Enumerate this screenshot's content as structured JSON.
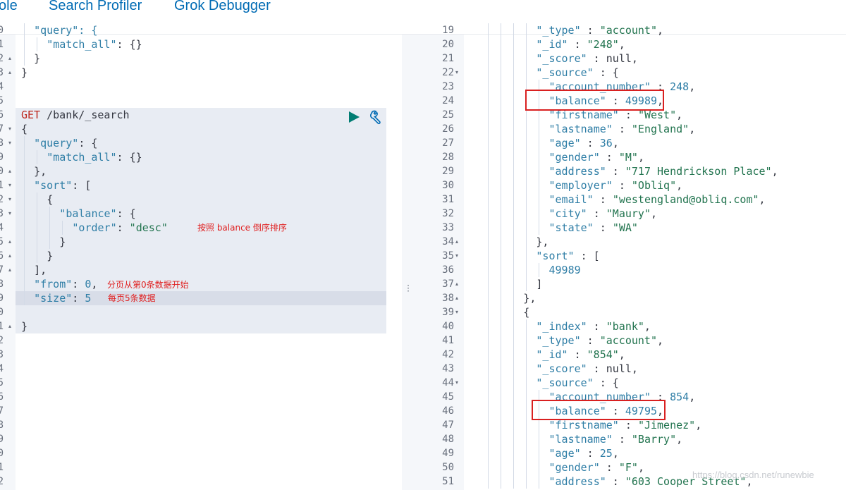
{
  "tabs": [
    {
      "label": "ole"
    },
    {
      "label": "Search Profiler"
    },
    {
      "label": "Grok Debugger"
    }
  ],
  "left_editor": {
    "lines": [
      {
        "n": "0",
        "fold": "",
        "segs": [
          {
            "t": "\"query\": {",
            "c": "k"
          }
        ],
        "indent": 2
      },
      {
        "n": "1",
        "fold": "",
        "segs": [
          {
            "t": "\"match_all\"",
            "c": "k"
          },
          {
            "t": ": {}",
            "c": "p"
          }
        ],
        "indent": 4
      },
      {
        "n": "2",
        "fold": "▴",
        "segs": [
          {
            "t": "}",
            "c": "p"
          }
        ],
        "indent": 2
      },
      {
        "n": "3",
        "fold": "▴",
        "segs": [
          {
            "t": "}",
            "c": "p"
          }
        ],
        "indent": 0
      },
      {
        "n": "4",
        "fold": "",
        "segs": [],
        "indent": 0
      },
      {
        "n": "5",
        "fold": "",
        "segs": [],
        "indent": 0
      },
      {
        "n": "6",
        "fold": "",
        "segs": [
          {
            "t": "GET",
            "c": "m"
          },
          {
            "t": " /bank/_search",
            "c": "u"
          }
        ],
        "indent": 0
      },
      {
        "n": "7",
        "fold": "▾",
        "segs": [
          {
            "t": "{",
            "c": "p"
          }
        ],
        "indent": 0
      },
      {
        "n": "8",
        "fold": "▾",
        "segs": [
          {
            "t": "\"query\"",
            "c": "k"
          },
          {
            "t": ": {",
            "c": "p"
          }
        ],
        "indent": 2
      },
      {
        "n": "9",
        "fold": "",
        "segs": [
          {
            "t": "\"match_all\"",
            "c": "k"
          },
          {
            "t": ": {}",
            "c": "p"
          }
        ],
        "indent": 4
      },
      {
        "n": "0",
        "fold": "▴",
        "segs": [
          {
            "t": "},",
            "c": "p"
          }
        ],
        "indent": 2
      },
      {
        "n": "1",
        "fold": "▾",
        "segs": [
          {
            "t": "\"sort\"",
            "c": "k"
          },
          {
            "t": ": [",
            "c": "p"
          }
        ],
        "indent": 2
      },
      {
        "n": "2",
        "fold": "▾",
        "segs": [
          {
            "t": "{",
            "c": "p"
          }
        ],
        "indent": 4
      },
      {
        "n": "3",
        "fold": "▾",
        "segs": [
          {
            "t": "\"balance\"",
            "c": "k"
          },
          {
            "t": ": {",
            "c": "p"
          }
        ],
        "indent": 6
      },
      {
        "n": "4",
        "fold": "",
        "segs": [
          {
            "t": "\"order\"",
            "c": "k"
          },
          {
            "t": ": ",
            "c": "p"
          },
          {
            "t": "\"desc\"",
            "c": "s"
          }
        ],
        "indent": 8
      },
      {
        "n": "5",
        "fold": "▴",
        "segs": [
          {
            "t": "}",
            "c": "p"
          }
        ],
        "indent": 6
      },
      {
        "n": "6",
        "fold": "▴",
        "segs": [
          {
            "t": "}",
            "c": "p"
          }
        ],
        "indent": 4
      },
      {
        "n": "7",
        "fold": "▴",
        "segs": [
          {
            "t": "],",
            "c": "p"
          }
        ],
        "indent": 2
      },
      {
        "n": "8",
        "fold": "",
        "segs": [
          {
            "t": "\"from\"",
            "c": "k"
          },
          {
            "t": ": ",
            "c": "p"
          },
          {
            "t": "0",
            "c": "n"
          },
          {
            "t": ",",
            "c": "p"
          }
        ],
        "indent": 2
      },
      {
        "n": "9",
        "fold": "",
        "segs": [
          {
            "t": "\"size\"",
            "c": "k"
          },
          {
            "t": ": ",
            "c": "p"
          },
          {
            "t": "5",
            "c": "n"
          }
        ],
        "indent": 2
      },
      {
        "n": "0",
        "fold": "",
        "segs": [],
        "indent": 0
      },
      {
        "n": "1",
        "fold": "▴",
        "segs": [
          {
            "t": "}",
            "c": "p"
          }
        ],
        "indent": 0
      },
      {
        "n": "2",
        "fold": "",
        "segs": [],
        "indent": 0
      },
      {
        "n": "3",
        "fold": "",
        "segs": [],
        "indent": 0
      },
      {
        "n": "4",
        "fold": "",
        "segs": [],
        "indent": 0
      },
      {
        "n": "5",
        "fold": "",
        "segs": [],
        "indent": 0
      },
      {
        "n": "6",
        "fold": "",
        "segs": [],
        "indent": 0
      },
      {
        "n": "7",
        "fold": "",
        "segs": [],
        "indent": 0
      },
      {
        "n": "8",
        "fold": "",
        "segs": [],
        "indent": 0
      },
      {
        "n": "9",
        "fold": "",
        "segs": [],
        "indent": 0
      },
      {
        "n": "0",
        "fold": "",
        "segs": [],
        "indent": 0
      },
      {
        "n": "1",
        "fold": "",
        "segs": [],
        "indent": 0
      },
      {
        "n": "2",
        "fold": "",
        "segs": [],
        "indent": 0
      }
    ],
    "annotations": {
      "sort_note": "按照 balance 倒序排序",
      "from_note": "分页从第0条数据开始",
      "size_note": "每页5条数据"
    }
  },
  "right_editor": {
    "lines": [
      {
        "n": "19",
        "fold": "",
        "segs": [
          {
            "t": "\"_type\"",
            "c": "k"
          },
          {
            "t": " : ",
            "c": "p"
          },
          {
            "t": "\"account\"",
            "c": "s"
          },
          {
            "t": ",",
            "c": "p"
          }
        ],
        "indent": 8
      },
      {
        "n": "20",
        "fold": "",
        "segs": [
          {
            "t": "\"_id\"",
            "c": "k"
          },
          {
            "t": " : ",
            "c": "p"
          },
          {
            "t": "\"248\"",
            "c": "s"
          },
          {
            "t": ",",
            "c": "p"
          }
        ],
        "indent": 8
      },
      {
        "n": "21",
        "fold": "",
        "segs": [
          {
            "t": "\"_score\"",
            "c": "k"
          },
          {
            "t": " : null,",
            "c": "p"
          }
        ],
        "indent": 8
      },
      {
        "n": "22",
        "fold": "▾",
        "segs": [
          {
            "t": "\"_source\"",
            "c": "k"
          },
          {
            "t": " : {",
            "c": "p"
          }
        ],
        "indent": 8
      },
      {
        "n": "23",
        "fold": "",
        "segs": [
          {
            "t": "\"account_number\"",
            "c": "k"
          },
          {
            "t": " : ",
            "c": "p"
          },
          {
            "t": "248",
            "c": "n"
          },
          {
            "t": ",",
            "c": "p"
          }
        ],
        "indent": 10
      },
      {
        "n": "24",
        "fold": "",
        "segs": [
          {
            "t": "\"balance\"",
            "c": "k"
          },
          {
            "t": " : ",
            "c": "p"
          },
          {
            "t": "49989",
            "c": "n"
          },
          {
            "t": ",",
            "c": "p"
          }
        ],
        "indent": 10
      },
      {
        "n": "25",
        "fold": "",
        "segs": [
          {
            "t": "\"firstname\"",
            "c": "k"
          },
          {
            "t": " : ",
            "c": "p"
          },
          {
            "t": "\"West\"",
            "c": "s"
          },
          {
            "t": ",",
            "c": "p"
          }
        ],
        "indent": 10
      },
      {
        "n": "26",
        "fold": "",
        "segs": [
          {
            "t": "\"lastname\"",
            "c": "k"
          },
          {
            "t": " : ",
            "c": "p"
          },
          {
            "t": "\"England\"",
            "c": "s"
          },
          {
            "t": ",",
            "c": "p"
          }
        ],
        "indent": 10
      },
      {
        "n": "27",
        "fold": "",
        "segs": [
          {
            "t": "\"age\"",
            "c": "k"
          },
          {
            "t": " : ",
            "c": "p"
          },
          {
            "t": "36",
            "c": "n"
          },
          {
            "t": ",",
            "c": "p"
          }
        ],
        "indent": 10
      },
      {
        "n": "28",
        "fold": "",
        "segs": [
          {
            "t": "\"gender\"",
            "c": "k"
          },
          {
            "t": " : ",
            "c": "p"
          },
          {
            "t": "\"M\"",
            "c": "s"
          },
          {
            "t": ",",
            "c": "p"
          }
        ],
        "indent": 10
      },
      {
        "n": "29",
        "fold": "",
        "segs": [
          {
            "t": "\"address\"",
            "c": "k"
          },
          {
            "t": " : ",
            "c": "p"
          },
          {
            "t": "\"717 Hendrickson Place\"",
            "c": "s"
          },
          {
            "t": ",",
            "c": "p"
          }
        ],
        "indent": 10
      },
      {
        "n": "30",
        "fold": "",
        "segs": [
          {
            "t": "\"employer\"",
            "c": "k"
          },
          {
            "t": " : ",
            "c": "p"
          },
          {
            "t": "\"Obliq\"",
            "c": "s"
          },
          {
            "t": ",",
            "c": "p"
          }
        ],
        "indent": 10
      },
      {
        "n": "31",
        "fold": "",
        "segs": [
          {
            "t": "\"email\"",
            "c": "k"
          },
          {
            "t": " : ",
            "c": "p"
          },
          {
            "t": "\"westengland@obliq.com\"",
            "c": "s"
          },
          {
            "t": ",",
            "c": "p"
          }
        ],
        "indent": 10
      },
      {
        "n": "32",
        "fold": "",
        "segs": [
          {
            "t": "\"city\"",
            "c": "k"
          },
          {
            "t": " : ",
            "c": "p"
          },
          {
            "t": "\"Maury\"",
            "c": "s"
          },
          {
            "t": ",",
            "c": "p"
          }
        ],
        "indent": 10
      },
      {
        "n": "33",
        "fold": "",
        "segs": [
          {
            "t": "\"state\"",
            "c": "k"
          },
          {
            "t": " : ",
            "c": "p"
          },
          {
            "t": "\"WA\"",
            "c": "s"
          }
        ],
        "indent": 10
      },
      {
        "n": "34",
        "fold": "▴",
        "segs": [
          {
            "t": "},",
            "c": "p"
          }
        ],
        "indent": 8
      },
      {
        "n": "35",
        "fold": "▾",
        "segs": [
          {
            "t": "\"sort\"",
            "c": "k"
          },
          {
            "t": " : [",
            "c": "p"
          }
        ],
        "indent": 8
      },
      {
        "n": "36",
        "fold": "",
        "segs": [
          {
            "t": "49989",
            "c": "n"
          }
        ],
        "indent": 10
      },
      {
        "n": "37",
        "fold": "▴",
        "segs": [
          {
            "t": "]",
            "c": "p"
          }
        ],
        "indent": 8
      },
      {
        "n": "38",
        "fold": "▴",
        "segs": [
          {
            "t": "},",
            "c": "p"
          }
        ],
        "indent": 6
      },
      {
        "n": "39",
        "fold": "▾",
        "segs": [
          {
            "t": "{",
            "c": "p"
          }
        ],
        "indent": 6
      },
      {
        "n": "40",
        "fold": "",
        "segs": [
          {
            "t": "\"_index\"",
            "c": "k"
          },
          {
            "t": " : ",
            "c": "p"
          },
          {
            "t": "\"bank\"",
            "c": "s"
          },
          {
            "t": ",",
            "c": "p"
          }
        ],
        "indent": 8
      },
      {
        "n": "41",
        "fold": "",
        "segs": [
          {
            "t": "\"_type\"",
            "c": "k"
          },
          {
            "t": " : ",
            "c": "p"
          },
          {
            "t": "\"account\"",
            "c": "s"
          },
          {
            "t": ",",
            "c": "p"
          }
        ],
        "indent": 8
      },
      {
        "n": "42",
        "fold": "",
        "segs": [
          {
            "t": "\"_id\"",
            "c": "k"
          },
          {
            "t": " : ",
            "c": "p"
          },
          {
            "t": "\"854\"",
            "c": "s"
          },
          {
            "t": ",",
            "c": "p"
          }
        ],
        "indent": 8
      },
      {
        "n": "43",
        "fold": "",
        "segs": [
          {
            "t": "\"_score\"",
            "c": "k"
          },
          {
            "t": " : null,",
            "c": "p"
          }
        ],
        "indent": 8
      },
      {
        "n": "44",
        "fold": "▾",
        "segs": [
          {
            "t": "\"_source\"",
            "c": "k"
          },
          {
            "t": " : {",
            "c": "p"
          }
        ],
        "indent": 8
      },
      {
        "n": "45",
        "fold": "",
        "segs": [
          {
            "t": "\"account_number\"",
            "c": "k"
          },
          {
            "t": " : ",
            "c": "p"
          },
          {
            "t": "854",
            "c": "n"
          },
          {
            "t": ",",
            "c": "p"
          }
        ],
        "indent": 10
      },
      {
        "n": "46",
        "fold": "",
        "segs": [
          {
            "t": "\"balance\"",
            "c": "k"
          },
          {
            "t": " : ",
            "c": "p"
          },
          {
            "t": "49795",
            "c": "n"
          },
          {
            "t": ",",
            "c": "p"
          }
        ],
        "indent": 10
      },
      {
        "n": "47",
        "fold": "",
        "segs": [
          {
            "t": "\"firstname\"",
            "c": "k"
          },
          {
            "t": " : ",
            "c": "p"
          },
          {
            "t": "\"Jimenez\"",
            "c": "s"
          },
          {
            "t": ",",
            "c": "p"
          }
        ],
        "indent": 10
      },
      {
        "n": "48",
        "fold": "",
        "segs": [
          {
            "t": "\"lastname\"",
            "c": "k"
          },
          {
            "t": " : ",
            "c": "p"
          },
          {
            "t": "\"Barry\"",
            "c": "s"
          },
          {
            "t": ",",
            "c": "p"
          }
        ],
        "indent": 10
      },
      {
        "n": "49",
        "fold": "",
        "segs": [
          {
            "t": "\"age\"",
            "c": "k"
          },
          {
            "t": " : ",
            "c": "p"
          },
          {
            "t": "25",
            "c": "n"
          },
          {
            "t": ",",
            "c": "p"
          }
        ],
        "indent": 10
      },
      {
        "n": "50",
        "fold": "",
        "segs": [
          {
            "t": "\"gender\"",
            "c": "k"
          },
          {
            "t": " : ",
            "c": "p"
          },
          {
            "t": "\"F\"",
            "c": "s"
          },
          {
            "t": ",",
            "c": "p"
          }
        ],
        "indent": 10
      },
      {
        "n": "51",
        "fold": "",
        "segs": [
          {
            "t": "\"address\"",
            "c": "k"
          },
          {
            "t": " : ",
            "c": "p"
          },
          {
            "t": "\"603 Cooper Street\"",
            "c": "s"
          },
          {
            "t": ",",
            "c": "p"
          }
        ],
        "indent": 10
      }
    ]
  },
  "watermark": "https://blog.csdn.net/runewbie",
  "icons": {
    "run": "play-icon",
    "settings": "wrench-icon"
  },
  "colors": {
    "tab_link": "#006bb4",
    "method": "#bd271e",
    "key": "#2f7ea6",
    "string": "#22744f",
    "annotation": "#e02020",
    "highlight_box": "#d92020",
    "request_bg": "#e8ecf3"
  }
}
